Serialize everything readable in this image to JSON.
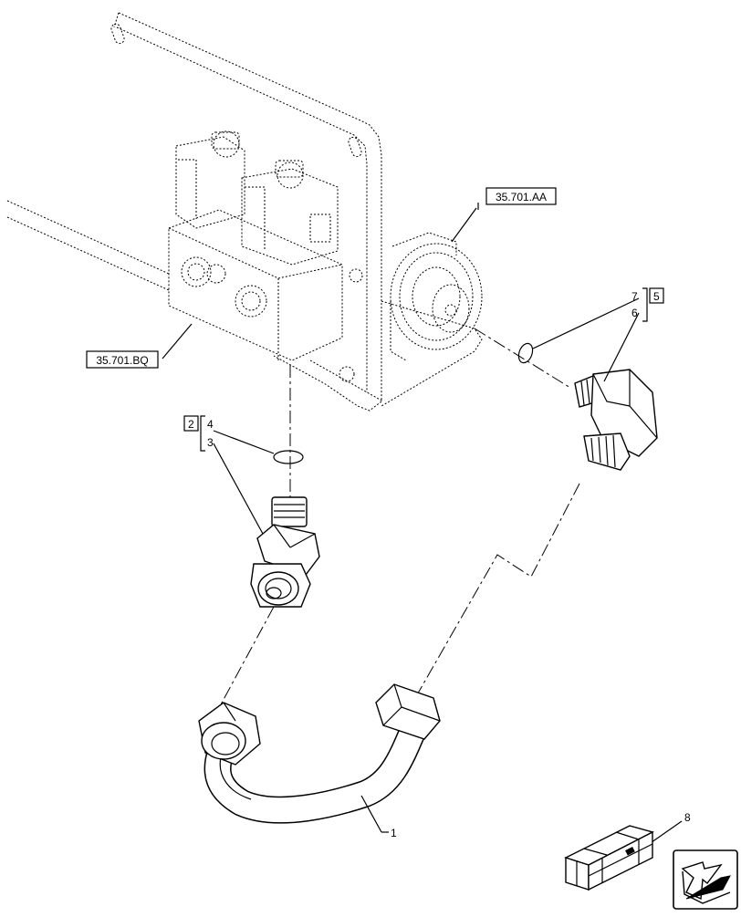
{
  "references": {
    "ref_aa": "35.701.AA",
    "ref_bq": "35.701.BQ"
  },
  "callouts": {
    "item_1": "1",
    "item_2": "2",
    "item_3": "3",
    "item_4": "4",
    "item_5": "5",
    "item_6": "6",
    "item_7": "7",
    "item_8": "8"
  },
  "icons": {
    "nav": "next-page-arrow-icon",
    "kit": "parts-crate-icon"
  }
}
